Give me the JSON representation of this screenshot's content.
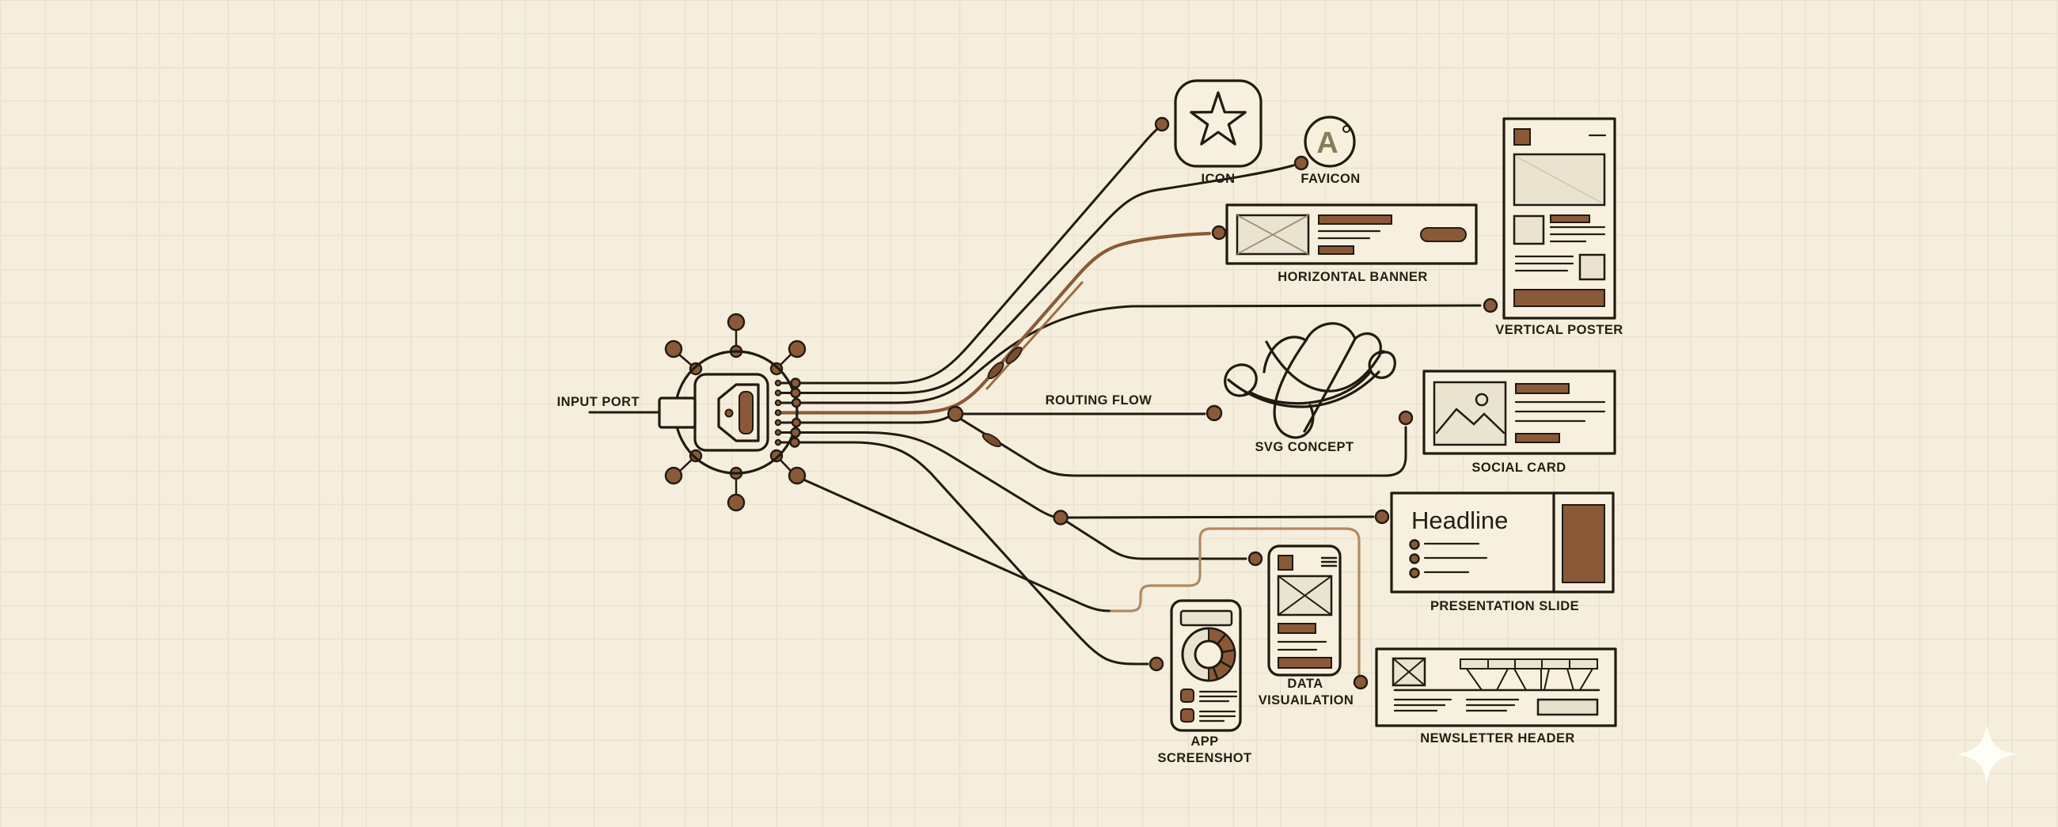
{
  "title": "input port routing diagram",
  "colors": {
    "background": "#f5eedd",
    "grid_line": "#e9e1cb",
    "ink": "#211a11",
    "accent_brown": "#8a5a38",
    "tan_trace": "#b08a62",
    "panel": "#f7f0df",
    "placeholder": "#eae3d0",
    "sparkle": "#fffef6"
  },
  "input": {
    "label": "INPUT PORT"
  },
  "routing": {
    "label": "ROUTING FLOW"
  },
  "outputs": {
    "icon": {
      "label": "ICON"
    },
    "favicon": {
      "label": "FAVICON",
      "glyph": "A"
    },
    "horizontal_banner": {
      "label": "HORIZONTAL BANNER"
    },
    "vertical_poster": {
      "label": "VERTICAL POSTER"
    },
    "svg_concept": {
      "label": "SVG CONCEPT"
    },
    "social_card": {
      "label": "SOCIAL CARD"
    },
    "presentation_slide": {
      "label": "PRESENTATION SLIDE",
      "headline": "Headline"
    },
    "data_visualization": {
      "label_line1": "DATA",
      "label_line2": "VISUAILATION"
    },
    "app_screenshot": {
      "label_line1": "APP",
      "label_line2": "SCREENSHOT"
    },
    "newsletter_header": {
      "label": "NEWSLETTER HEADER"
    }
  }
}
